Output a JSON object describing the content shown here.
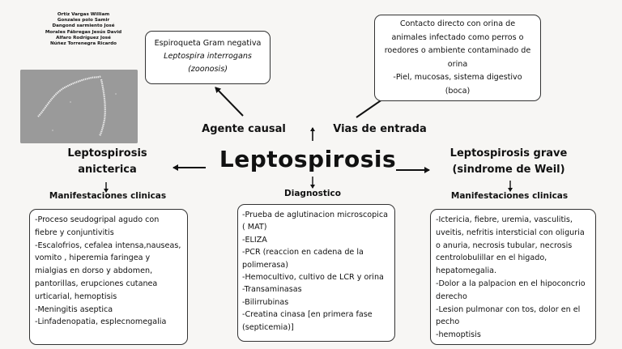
{
  "authors": [
    "Ortiz Vargas William",
    "Gonzales polo Samir",
    "Dangond sarmiento José",
    "Morales Fábregas Jesús David",
    "Alfaro Rodríguez José",
    "Núñez Torrenegra Ricardo"
  ],
  "title": "Leptospirosis",
  "agente": {
    "label": "Agente causal",
    "line1": "Espiroqueta Gram negativa",
    "line2": "Leptospira interrogans",
    "line3": "(zoonosis)"
  },
  "vias": {
    "label": "Vias de entrada",
    "lines": [
      "Contacto directo con orina de",
      "animales infectado como perros o",
      "roedores o ambiente contaminado de",
      "orina",
      "-Piel, mucosas, sistema digestivo",
      "(boca)"
    ]
  },
  "anicterica": {
    "title_line1": "Leptospirosis",
    "title_line2": "anicterica",
    "manif_label": "Manifestaciones clinicas",
    "items": [
      "-Proceso  seudogripal agudo con fiebre y conjuntivitis",
      "-Escalofrios, cefalea intensa,nauseas, vomito , hiperemia faringea y mialgias en dorso y abdomen, pantorillas, erupciones cutanea urticarial, hemoptisis",
      "-Meningitis aseptica",
      "-Linfadenopatia, esplecnomegalia"
    ]
  },
  "diagnostico": {
    "label": "Diagnostico",
    "items": [
      "-Prueba de aglutinacion microscopica ( MAT)",
      "-ELIZA",
      "-PCR (reaccion en cadena de la polimerasa)",
      "-Hemocultivo, cultivo de LCR y orina",
      "-Transaminasas",
      "-Bilirrubinas",
      "-Creatina cinasa [en primera fase (septicemia)]"
    ]
  },
  "grave": {
    "title_line1": "Leptospirosis grave",
    "title_line2": "(sindrome de Weil)",
    "manif_label": "Manifestaciones clinicas",
    "items": [
      "-Ictericia, fiebre, uremia, vasculitis, uveitis, nefritis intersticial con oliguria o anuria, necrosis tubular, necrosis centrolobulillar en el higado, hepatomegalia.",
      "-Dolor a la palpacion en el hipoconcrio derecho",
      "-Lesion pulmonar con tos, dolor en el pecho",
      "-hemoptisis"
    ]
  }
}
